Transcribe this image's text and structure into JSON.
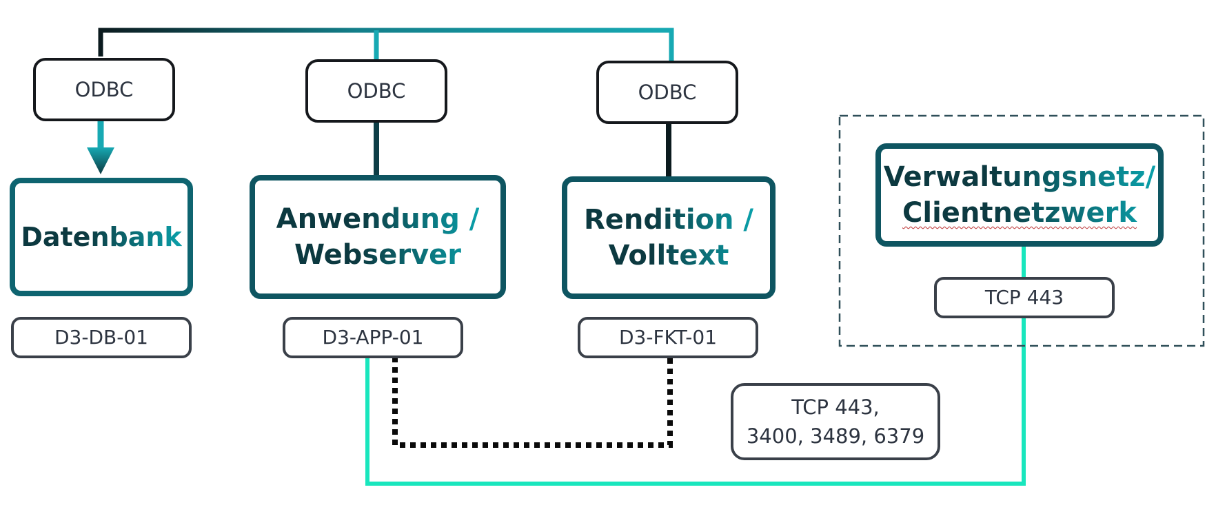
{
  "colors": {
    "bus_dark": "#0b1a1e",
    "bus_teal": "#17a9b3",
    "client_link": "#19e6bd",
    "dotted_link": "#0a0a0a",
    "server_border_dark": "#0c3940",
    "server_border_teal": "#0aa0aa",
    "frame_dash": "#2f4f59"
  },
  "odbc_connectors": [
    {
      "label": "ODBC"
    },
    {
      "label": "ODBC"
    },
    {
      "label": "ODBC"
    }
  ],
  "servers": [
    {
      "lines": [
        "Datenbank"
      ],
      "hostname": "D3-DB-01"
    },
    {
      "lines": [
        "Anwendung /",
        "Webserver"
      ],
      "hostname": "D3-APP-01"
    },
    {
      "lines": [
        "Rendition /",
        "Volltext"
      ],
      "hostname": "D3-FKT-01"
    }
  ],
  "client_network": {
    "lines": [
      "Verwaltungsnetz/",
      "Clientnetzwerk"
    ],
    "port": "TCP 443"
  },
  "ports_box": {
    "lines": [
      "TCP 443,",
      "3400, 3489, 6379"
    ]
  }
}
